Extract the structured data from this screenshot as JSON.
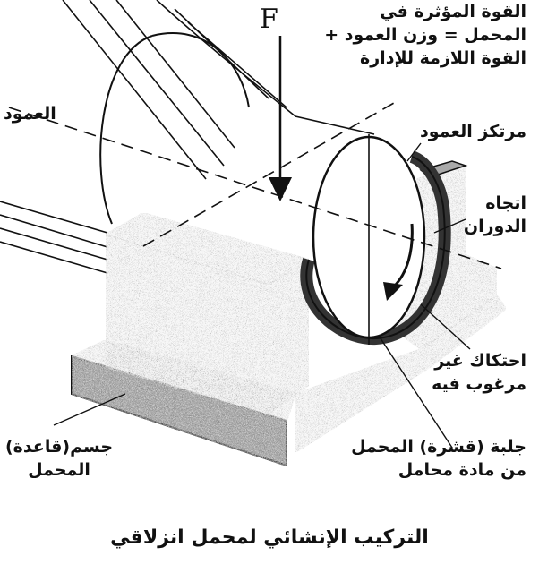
{
  "labels": {
    "force_letter": "F",
    "force_desc": [
      "القوة المؤثرة في",
      "المحمل = وزن العمود +",
      "القوة اللازمة للإدارة"
    ],
    "shaft": "العمود",
    "journal": "مرتكز العمود",
    "rotation": [
      "اتجاه",
      "الدوران"
    ],
    "friction": [
      "احتكاك غير",
      "مرغوب فيه"
    ],
    "shell": [
      "جلبة (قشرة) المحمل",
      "من مادة محامل"
    ],
    "body": [
      "جسم(قاعدة)",
      "المحمل"
    ]
  },
  "caption": "التركيب الإنشائي لمحمل انزلاقي",
  "colors": {
    "ink": "#111111",
    "block": "#8a8a8a",
    "block_dark": "#5e5e5e",
    "block_light": "#a9a9a9"
  },
  "icons": [
    "down-arrow-icon",
    "rotation-arrow-icon"
  ]
}
